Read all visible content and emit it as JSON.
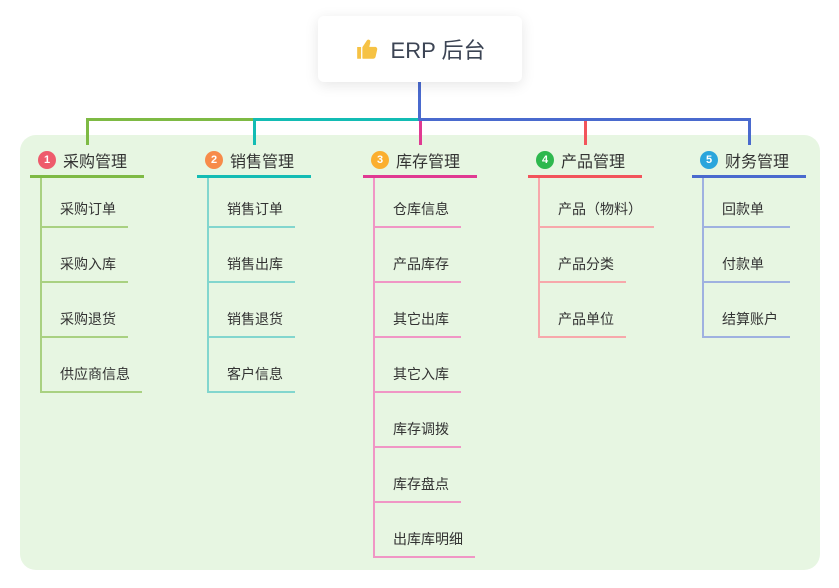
{
  "root": {
    "label": "ERP 后台",
    "icon": "thumbs-up",
    "line_color": "#4a6ace"
  },
  "palette": {
    "page_bg": "#ffffff",
    "panel_bg": "#e7f6e2",
    "text": "#333333",
    "root_text": "#3c4454",
    "thumb_yellow": "#f6c244"
  },
  "branches": [
    {
      "badge": "1",
      "label": "采购管理",
      "badge_color": "#ee5b6c",
      "line_color": "#7eba44",
      "item_line_color": "#a9d181",
      "items": [
        "采购订单",
        "采购入库",
        "采购退货",
        "供应商信息"
      ]
    },
    {
      "badge": "2",
      "label": "销售管理",
      "badge_color": "#f78b4a",
      "line_color": "#13bcb4",
      "item_line_color": "#82d6ce",
      "items": [
        "销售订单",
        "销售出库",
        "销售退货",
        "客户信息"
      ]
    },
    {
      "badge": "3",
      "label": "库存管理",
      "badge_color": "#fbaf2f",
      "line_color": "#e03a92",
      "item_line_color": "#f096c5",
      "items": [
        "仓库信息",
        "产品库存",
        "其它出库",
        "其它入库",
        "库存调拨",
        "库存盘点",
        "出库库明细"
      ]
    },
    {
      "badge": "4",
      "label": "产品管理",
      "badge_color": "#2eb84e",
      "line_color": "#f2545b",
      "item_line_color": "#f7a8ab",
      "items": [
        "产品（物料）",
        "产品分类",
        "产品单位"
      ]
    },
    {
      "badge": "5",
      "label": "财务管理",
      "badge_color": "#2aa5dc",
      "line_color": "#4a6ace",
      "item_line_color": "#9fb1e0",
      "items": [
        "回款单",
        "付款单",
        "结算账户"
      ]
    }
  ]
}
